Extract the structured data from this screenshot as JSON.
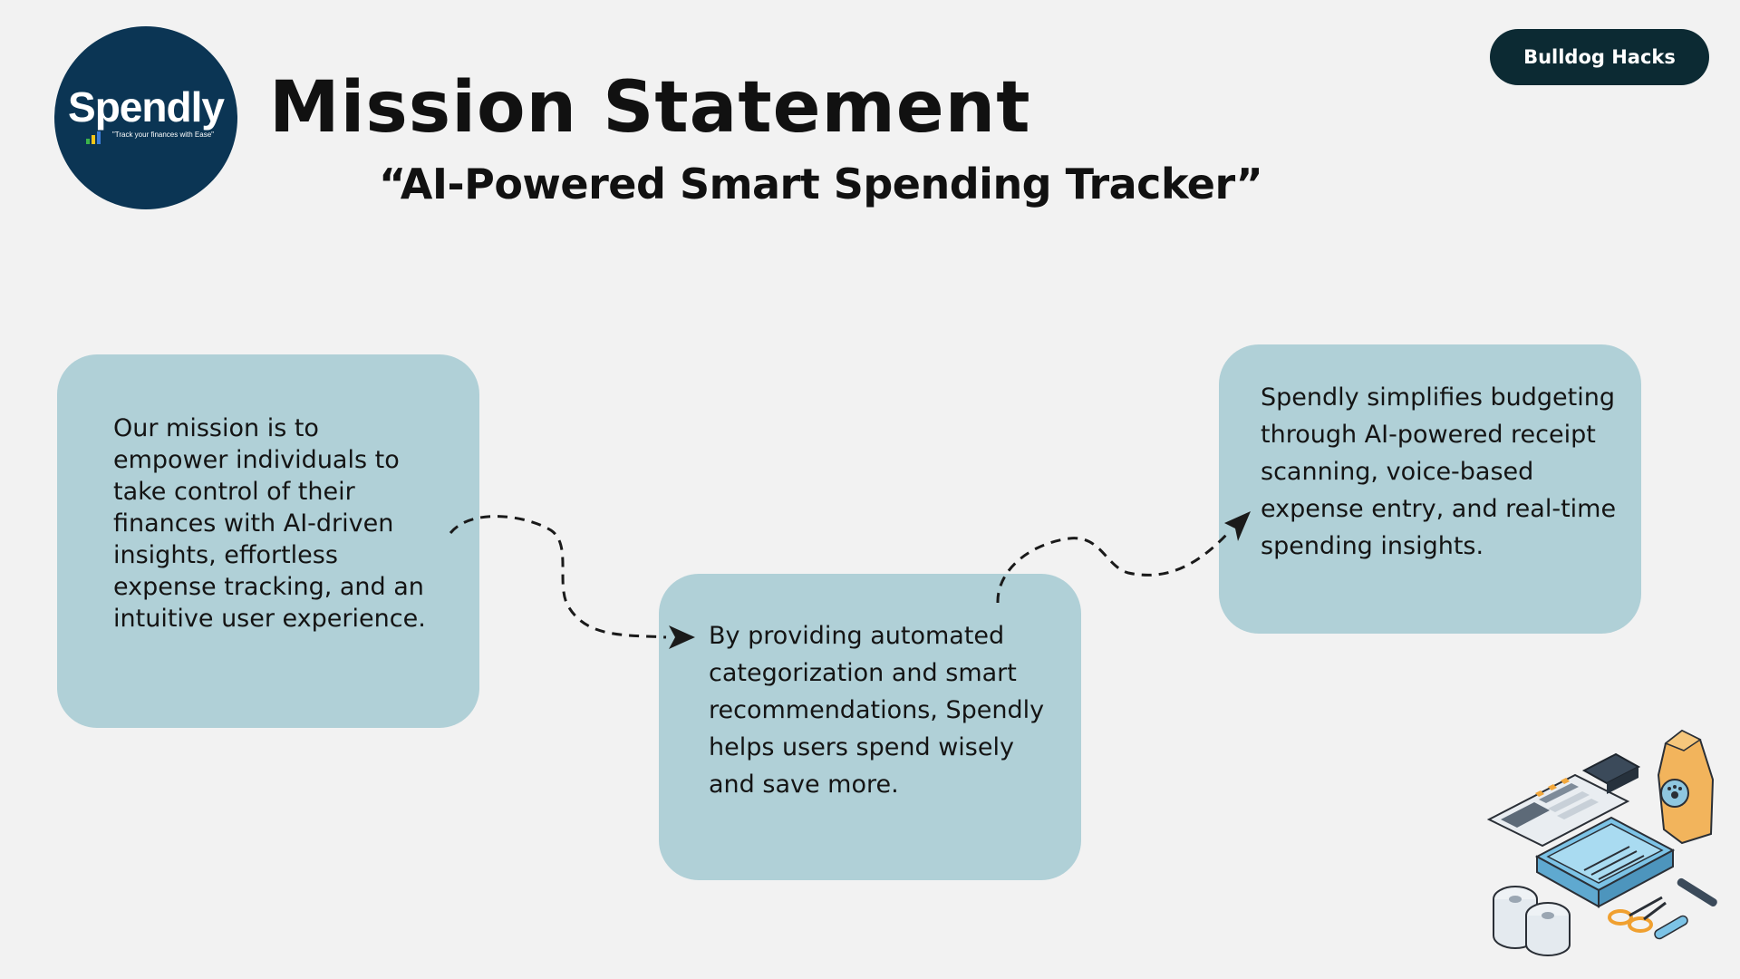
{
  "logo": {
    "name": "Spendly",
    "tagline": "\"Track your finances with Ease\""
  },
  "header": {
    "title": "Mission Statement",
    "subtitle": "“AI-Powered Smart Spending Tracker”",
    "badge": "Bulldog Hacks"
  },
  "cards": [
    {
      "text": "Our mission is to empower individuals to take control of their finances with AI-driven insights, effortless expense tracking, and an intuitive user experience."
    },
    {
      "text": "By providing automated categorization and smart recommendations, Spendly helps users spend wisely and save more."
    },
    {
      "text": "Spendly simplifies budgeting through AI-powered receipt scanning, voice-based expense entry, and real-time spending insights."
    }
  ],
  "colors": {
    "background": "#f2f2f2",
    "logo_circle": "#0b3554",
    "badge": "#0c2a33",
    "card": "#b0d0d7",
    "text": "#111111"
  },
  "icons": [
    "spendly-logo",
    "dashed-arrow-icon",
    "pet-supplies-illustration"
  ]
}
